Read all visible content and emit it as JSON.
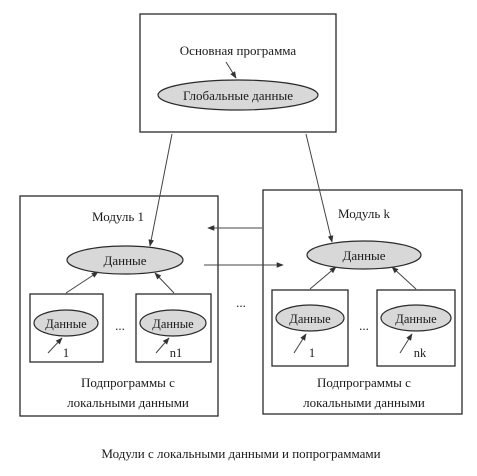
{
  "main_program": {
    "title": "Основная программа",
    "global_data": "Глобальные данные"
  },
  "modules": [
    {
      "title": "Модуль 1",
      "data_label": "Данные",
      "subprograms": [
        {
          "data_label": "Данные",
          "index": "1"
        },
        {
          "data_label": "Данные",
          "index": "n1"
        }
      ],
      "subprogram_caption_line1": "Подпрограммы с",
      "subprogram_caption_line2": "локальными данными"
    },
    {
      "title": "Модуль k",
      "data_label": "Данные",
      "subprograms": [
        {
          "data_label": "Данные",
          "index": "1"
        },
        {
          "data_label": "Данные",
          "index": "nk"
        }
      ],
      "subprogram_caption_line1": "Подпрограммы с",
      "subprogram_caption_line2": "локальными данными"
    }
  ],
  "ellipsis": "...",
  "caption": "Модули с локальными данными и попрограммами"
}
